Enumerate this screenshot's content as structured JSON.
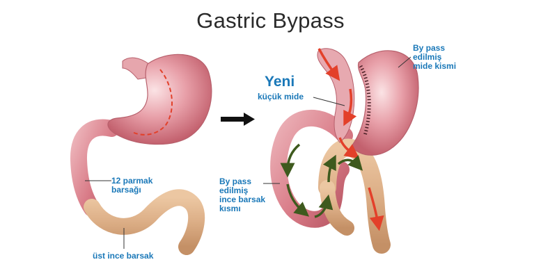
{
  "title": "Gastric Bypass",
  "labels": {
    "duodenum": [
      "12 parmak",
      "barsağı"
    ],
    "upper_intestine": "üst ince barsak",
    "new_title": "Yeni",
    "new_subtitle": "küçük mide",
    "bypassed_stomach": [
      "By pass",
      "edilmiş",
      "mide kismi"
    ],
    "bypassed_intestine": [
      "By pass",
      "edilmiş",
      "ince barsak",
      "kısmı"
    ]
  },
  "colors": {
    "label_blue": "#1a78b8",
    "stomach_pink": "#d97c88",
    "intestine_tan": "#dcae86",
    "flow_red": "#e3402a",
    "flow_green": "#3e5a1e"
  },
  "icons": {
    "transition_arrow": "right-arrow-icon",
    "food_flow": "red-arrow-icon",
    "digestive_flow": "green-arrow-icon"
  }
}
